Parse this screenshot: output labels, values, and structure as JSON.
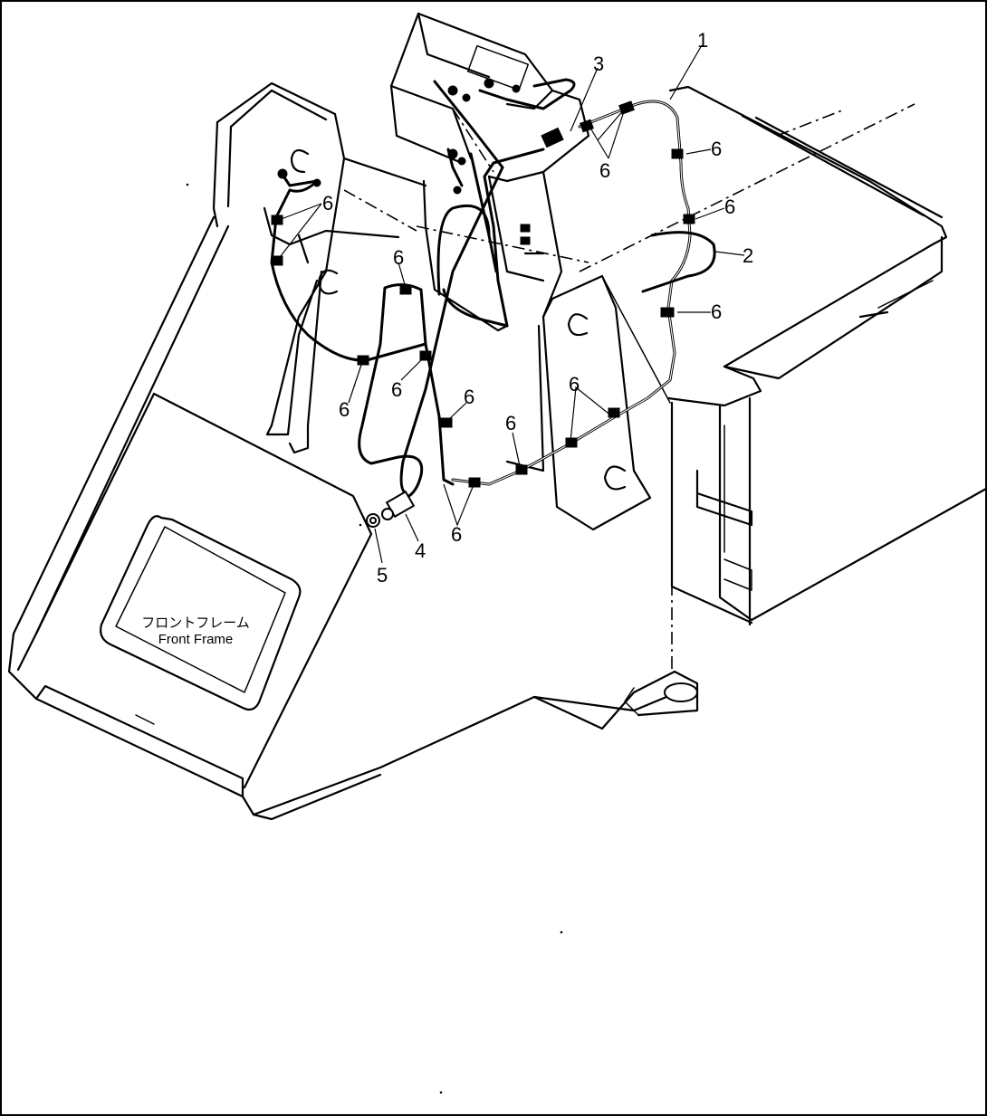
{
  "diagram": {
    "frame_label_jp": "フロントフレーム",
    "frame_label_en": "Front Frame",
    "part_numbers": {
      "p1": "1",
      "p2": "2",
      "p3": "3",
      "p4": "4",
      "p5": "5",
      "p6": "6"
    }
  }
}
